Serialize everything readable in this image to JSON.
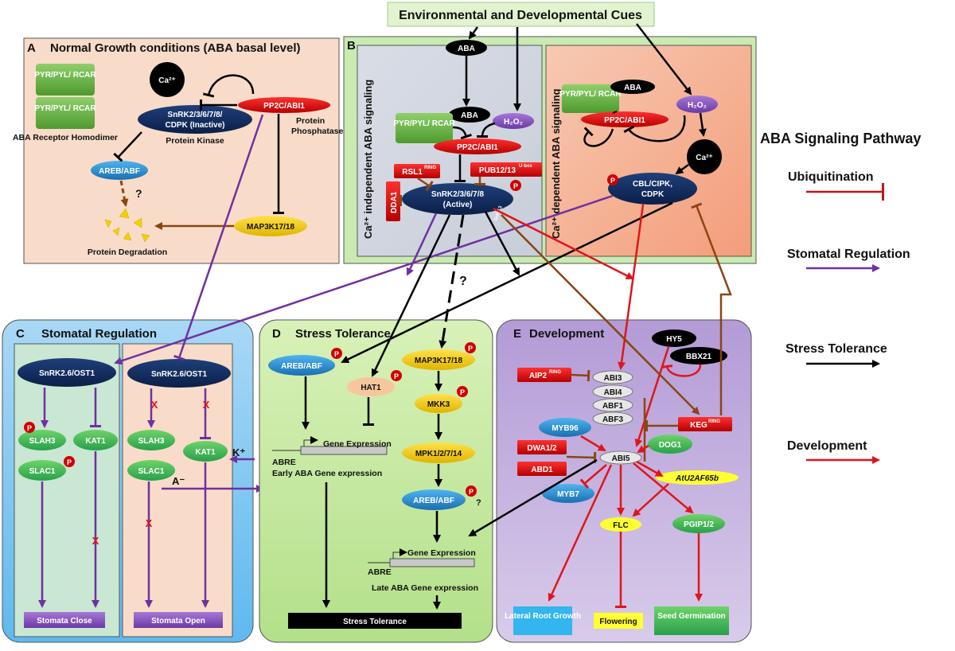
{
  "header": {
    "cues": "Environmental and Developmental Cues",
    "pathway_title": "ABA Signaling Pathway"
  },
  "panelA": {
    "letter": "A",
    "title": "Normal Growth conditions (ABA basal level)",
    "receptor1": "PYR/PYL/ RCAR",
    "receptor2": "PYR/PYL/ RCAR",
    "receptor_caption": "ABA Receptor Homodimer",
    "ca": "Ca²⁺",
    "snrk_line1": "SnRK2/3/6/7/8/",
    "snrk_line2": "CDPK (Inactive)",
    "kinase_caption": "Protein Kinase",
    "pp2c": "PP2C/ABI1",
    "phosphatase_caption1": "Protein",
    "phosphatase_caption2": "Phosphatase",
    "areb": "AREB/ABF",
    "question": "?",
    "map3k": "MAP3K17/18",
    "degradation": "Protein Degradation"
  },
  "panelB": {
    "letter": "B",
    "aba_top": "ABA",
    "ca_independent": "Ca²⁺ independent ABA signaling",
    "ca_dependent": "Ca²⁺ dependent ABA signaling",
    "aba_mid": "ABA",
    "receptor": "PYR/PYL/ RCAR",
    "h2o2_left": "H₂O₂",
    "pp2c_left": "PP2C/ABI1",
    "rsl1": "RSL1",
    "rsl1_sup": "RING",
    "pub": "PUB12/13",
    "pub_sup": "U-box",
    "dda1": "DDA1",
    "snrk_line1": "SnRK2/3/6/7/8",
    "snrk_line2": "(Active)",
    "snrk3": "SnRK3",
    "p_mark": "P",
    "receptor_right": "PYR/PYL/ RCAR",
    "aba_right": "ABA",
    "h2o2_right": "H₂O₂",
    "pp2c_right": "PP2C/ABI1",
    "ca_right": "Ca²⁺",
    "cbl_line1": "CBL/CIPK,",
    "cbl_line2": "CDPK",
    "question": "?"
  },
  "panelC": {
    "letter": "C",
    "title": "Stomatal Regulation",
    "ost1_left": "SnRK2.6/OST1",
    "ost1_right": "SnRK2.6/OST1",
    "slah3_left": "SLAH3",
    "kat1_left": "KAT1",
    "slac1_left": "SLAC1",
    "slah3_right": "SLAH3",
    "kat1_right": "KAT1",
    "slac1_right": "SLAC1",
    "k_ion": "K⁺",
    "a_ion": "A⁻",
    "close": "Stomata Close",
    "open": "Stomata Open",
    "x_mark": "X"
  },
  "panelD": {
    "letter": "D",
    "title": "Stress Tolerance",
    "areb1": "AREB/ABF",
    "hat1": "HAT1",
    "map3k": "MAP3K17/18",
    "mkk3": "MKK3",
    "gene_expr1": "Gene Expression",
    "abre1": "ABRE",
    "early": "Early ABA Gene expression",
    "mpk": "MPK1/2/7/14",
    "areb2": "AREB/ABF",
    "question": "?",
    "gene_expr2": "Gene Expression",
    "abre2": "ABRE",
    "late": "Late ABA Gene expression",
    "stress": "Stress Tolerance"
  },
  "panelE": {
    "letter": "E",
    "title": "Development",
    "hy5": "HY5",
    "bbx21": "BBX21",
    "aip2": "AIP2",
    "aip2_sup": "RING",
    "abi3": "ABI3",
    "abi4": "ABI4",
    "abf1": "ABF1",
    "abf3": "ABF3",
    "keg": "KEG",
    "keg_sup": "RING",
    "myb96": "MYB96",
    "dog1": "DOG1",
    "dwa": "DWA1/2",
    "abi5": "ABI5",
    "abd1": "ABD1",
    "atu2af": "AtU2AF65b",
    "myb7": "MYB7",
    "flc": "FLC",
    "pgip": "PGIP1/2",
    "lateral": "Lateral Root Growth",
    "flowering": "Flowering",
    "seed": "Seed Germination"
  },
  "legend": {
    "ubiquitination": "Ubiquitination",
    "stomatal": "Stomatal Regulation",
    "stress": "Stress Tolerance",
    "development": "Development"
  },
  "colors": {
    "ubiquitination": "#c0151b",
    "stomatal": "#7030a0",
    "stress": "#000000",
    "development": "#e0151b",
    "brown": "#8b4513"
  }
}
